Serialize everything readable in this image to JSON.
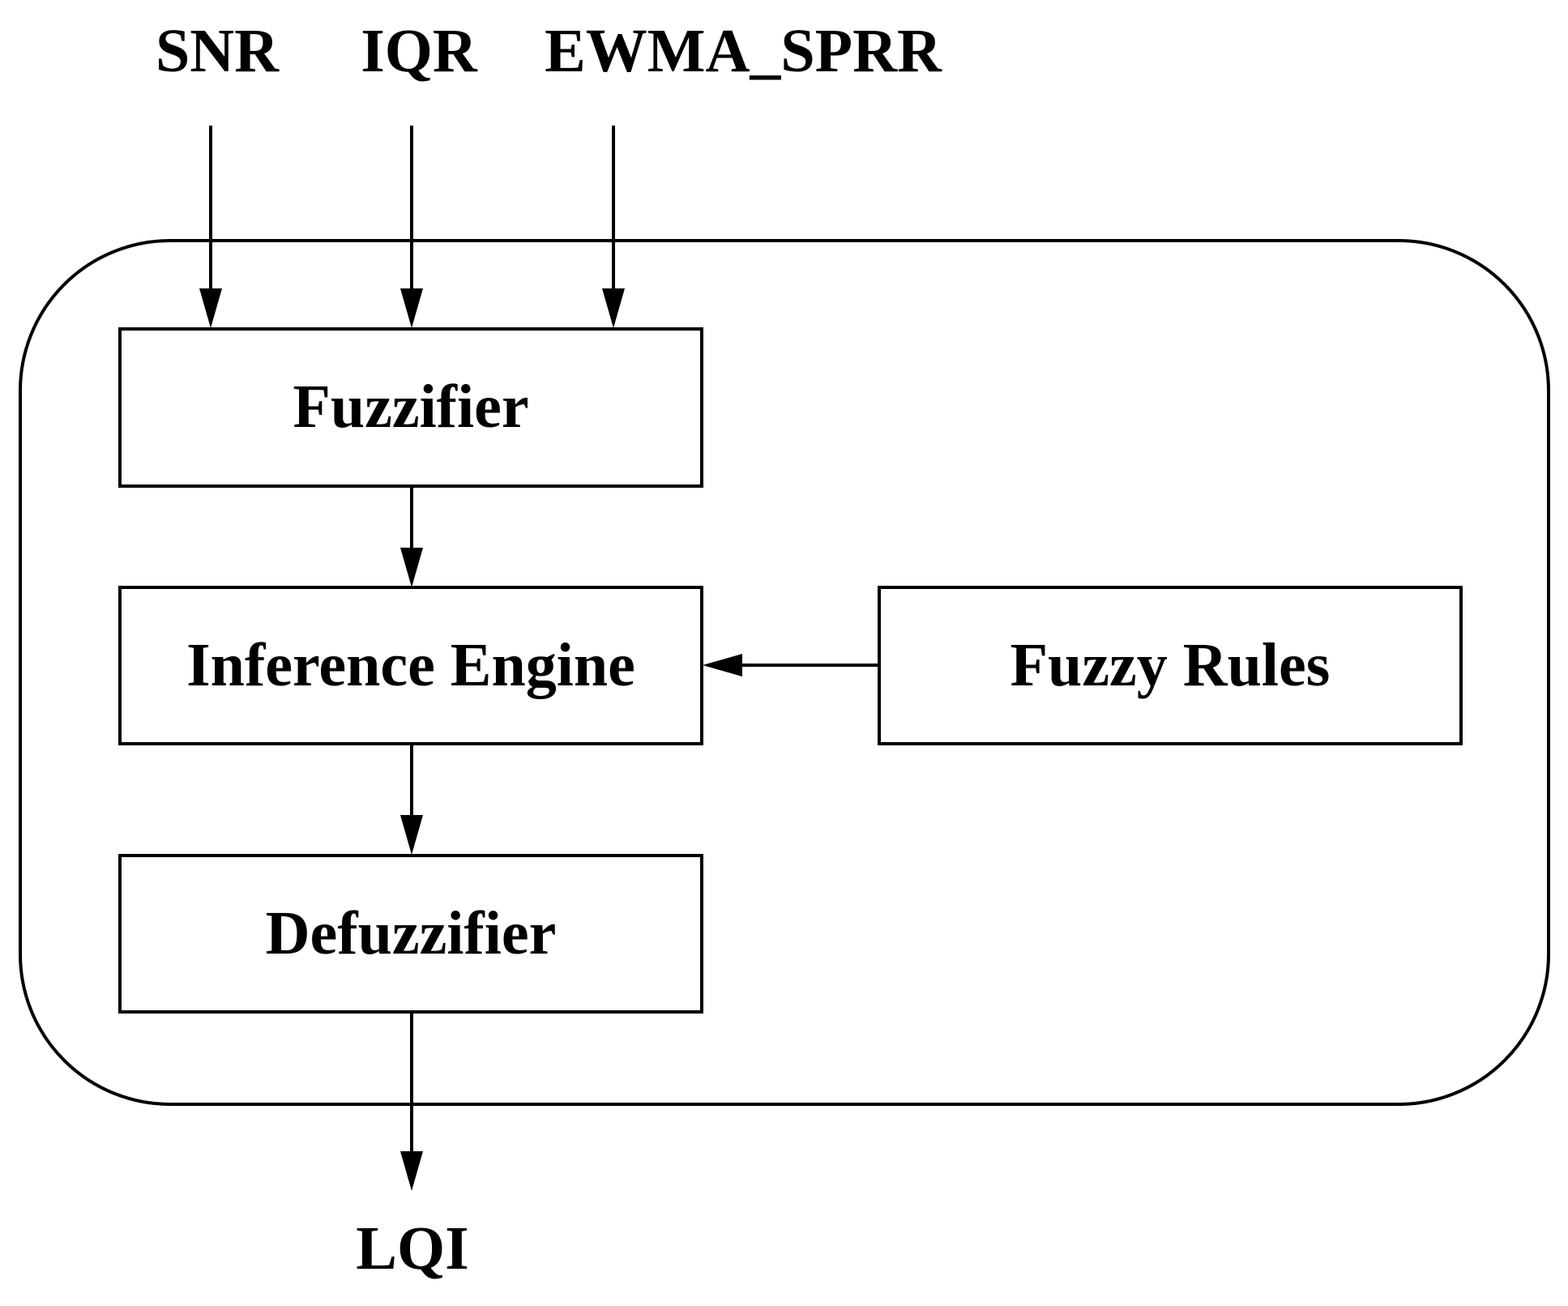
{
  "inputs": {
    "snr": "SNR",
    "iqr": "IQR",
    "ewma_sprr": "EWMA_SPRR"
  },
  "blocks": {
    "fuzzifier": "Fuzzifier",
    "inference_engine": "Inference Engine",
    "fuzzy_rules": "Fuzzy Rules",
    "defuzzifier": "Defuzzifier"
  },
  "output": {
    "lqi": "LQI"
  }
}
